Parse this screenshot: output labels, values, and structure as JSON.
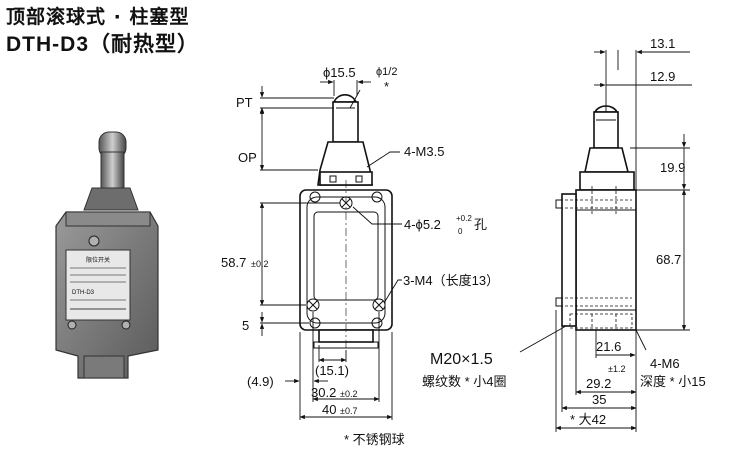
{
  "title": {
    "line1": "顶部滚球式 · 柱塞型",
    "line2": "DTH-D3（耐热型）"
  },
  "front_view": {
    "phi_ball": "ϕ15.5",
    "phi_small": "ϕ1/2",
    "star": "*",
    "pt": "PT",
    "op": "OP",
    "m35": "4-M3.5",
    "hole_main": "4-ϕ5.2",
    "hole_tol_top": "+0.2",
    "hole_tol_bot": "0",
    "hole_suffix": "孔",
    "m4": "3-M4（长度13）",
    "h587": "58.7",
    "h587_tol": "±0.2",
    "d5": "5",
    "d151": "(15.1)",
    "d49": "(4.9)",
    "d302": "30.2",
    "d302_tol": "±0.2",
    "d40": "40",
    "d40_tol": "±0.7"
  },
  "side_view": {
    "d131": "13.1",
    "d129": "12.9",
    "d199": "19.9",
    "d687": "68.7",
    "m20": "M20×1.5",
    "thread": "螺纹数 * 小4圈",
    "d216": "21.6",
    "d216_tol": "±1.2",
    "d292": "29.2",
    "d35": "35",
    "d42": "* 大42",
    "m6": "4-M6",
    "m6_depth": "深度 * 小15"
  },
  "footnote": "* 不锈钢球",
  "photo": {
    "plate_lines": [
      "限位开关",
      "DTH-D3"
    ]
  }
}
